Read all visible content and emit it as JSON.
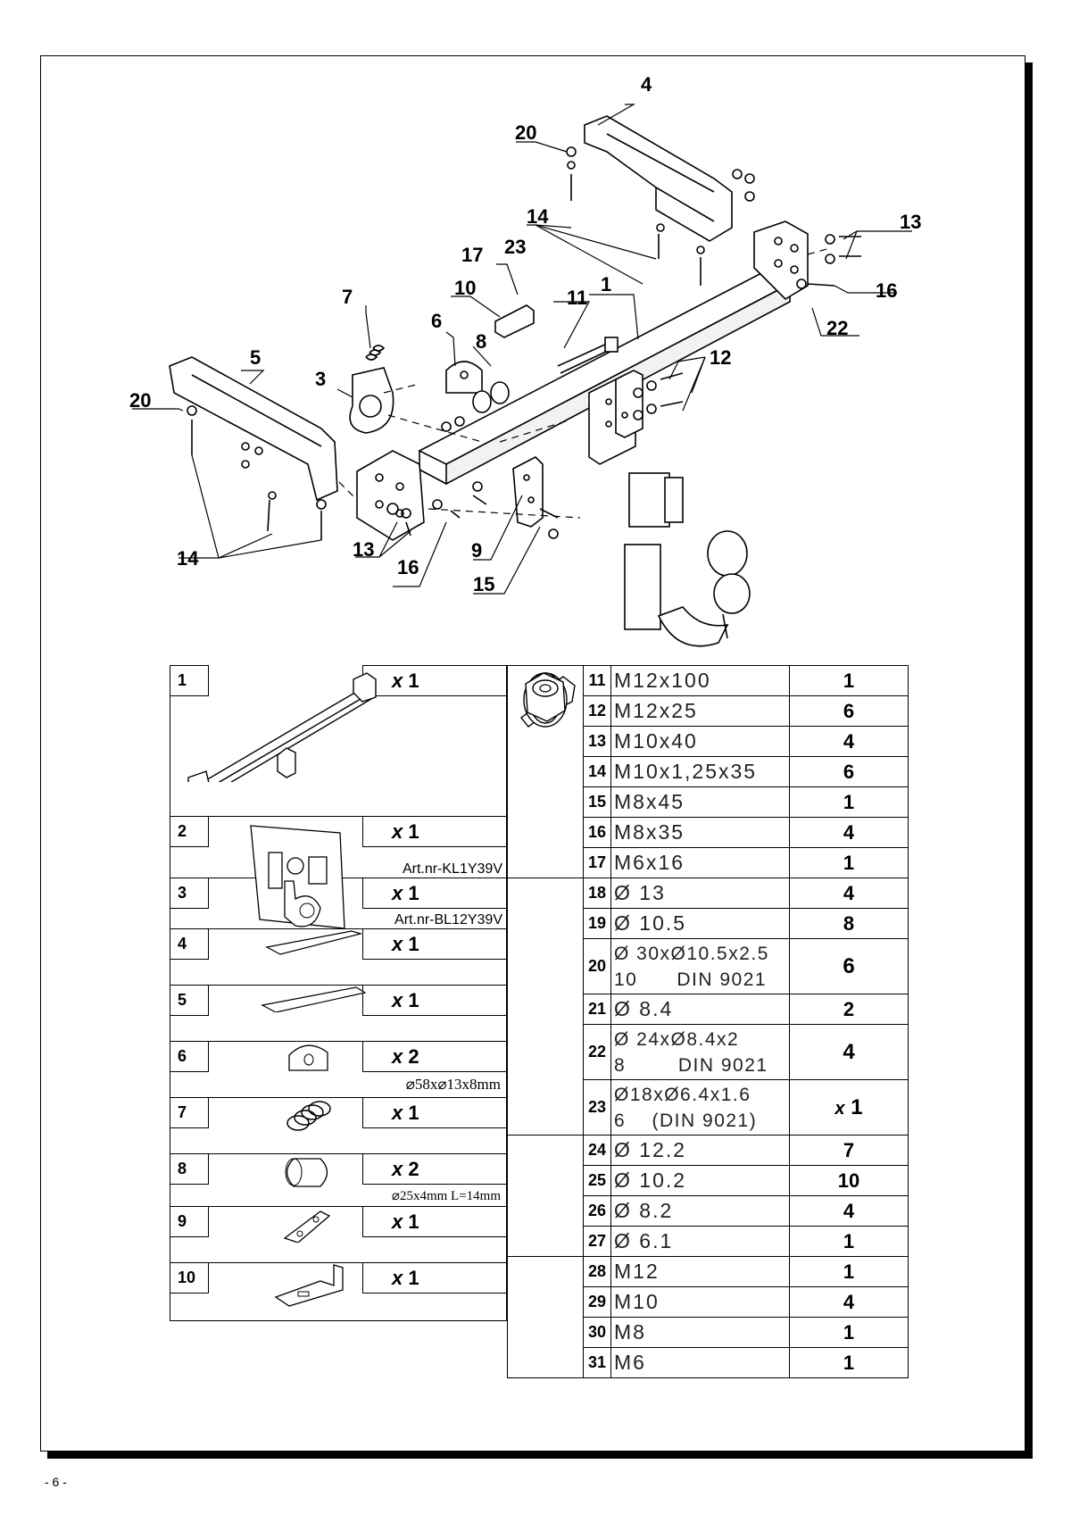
{
  "page_number": "- 6 -",
  "callouts": [
    "4",
    "20",
    "14",
    "13",
    "17",
    "23",
    "10",
    "11",
    "1",
    "16",
    "22",
    "7",
    "6",
    "8",
    "12",
    "5",
    "3",
    "20",
    "14",
    "13",
    "16",
    "9",
    "15"
  ],
  "left_parts": [
    {
      "num": "1",
      "qty": "1",
      "caption": ""
    },
    {
      "num": "2",
      "qty": "1",
      "caption": "Art.nr-KL1Y39V"
    },
    {
      "num": "3",
      "qty": "1",
      "caption": "Art.nr-BL12Y39V"
    },
    {
      "num": "4",
      "qty": "1",
      "caption": ""
    },
    {
      "num": "5",
      "qty": "1",
      "caption": ""
    },
    {
      "num": "6",
      "qty": "2",
      "caption": "⌀58x⌀13x8mm"
    },
    {
      "num": "7",
      "qty": "1",
      "caption": ""
    },
    {
      "num": "8",
      "qty": "2",
      "caption": "⌀25x4mm L=14mm"
    },
    {
      "num": "9",
      "qty": "1",
      "caption": ""
    },
    {
      "num": "10",
      "qty": "1",
      "caption": ""
    }
  ],
  "qty_prefix": "x",
  "right_parts": [
    {
      "num": "11",
      "spec": "M12x100",
      "qty": "1"
    },
    {
      "num": "12",
      "spec": "M12x25",
      "qty": "6"
    },
    {
      "num": "13",
      "spec": "M10x40",
      "qty": "4"
    },
    {
      "num": "14",
      "spec": "M10x1,25x35",
      "qty": "6"
    },
    {
      "num": "15",
      "spec": "M8x45",
      "qty": "1"
    },
    {
      "num": "16",
      "spec": "M8x35",
      "qty": "4"
    },
    {
      "num": "17",
      "spec": "M6x16",
      "qty": "1"
    },
    {
      "num": "18",
      "spec": "Ø 13",
      "qty": "4"
    },
    {
      "num": "19",
      "spec": "Ø 10.5",
      "qty": "8"
    },
    {
      "num": "20",
      "spec": "Ø 30xØ10.5x2.5",
      "spec2": "10      DIN 9021",
      "qty": "6"
    },
    {
      "num": "21",
      "spec": "Ø 8.4",
      "qty": "2"
    },
    {
      "num": "22",
      "spec": "Ø 24xØ8.4x2",
      "spec2": "8        DIN 9021",
      "qty": "4"
    },
    {
      "num": "23",
      "spec": "Ø18xØ6.4x1.6",
      "spec2": "6    (DIN 9021)",
      "qty": "1",
      "qty_prefix": "x"
    },
    {
      "num": "24",
      "spec": "Ø 12.2",
      "qty": "7"
    },
    {
      "num": "25",
      "spec": "Ø 10.2",
      "qty": "10"
    },
    {
      "num": "26",
      "spec": "Ø 8.2",
      "qty": "4"
    },
    {
      "num": "27",
      "spec": "Ø 6.1",
      "qty": "1"
    },
    {
      "num": "28",
      "spec": "M12",
      "qty": "1"
    },
    {
      "num": "29",
      "spec": "M10",
      "qty": "4"
    },
    {
      "num": "30",
      "spec": "M8",
      "qty": "1"
    },
    {
      "num": "31",
      "spec": "M6",
      "qty": "1"
    }
  ]
}
